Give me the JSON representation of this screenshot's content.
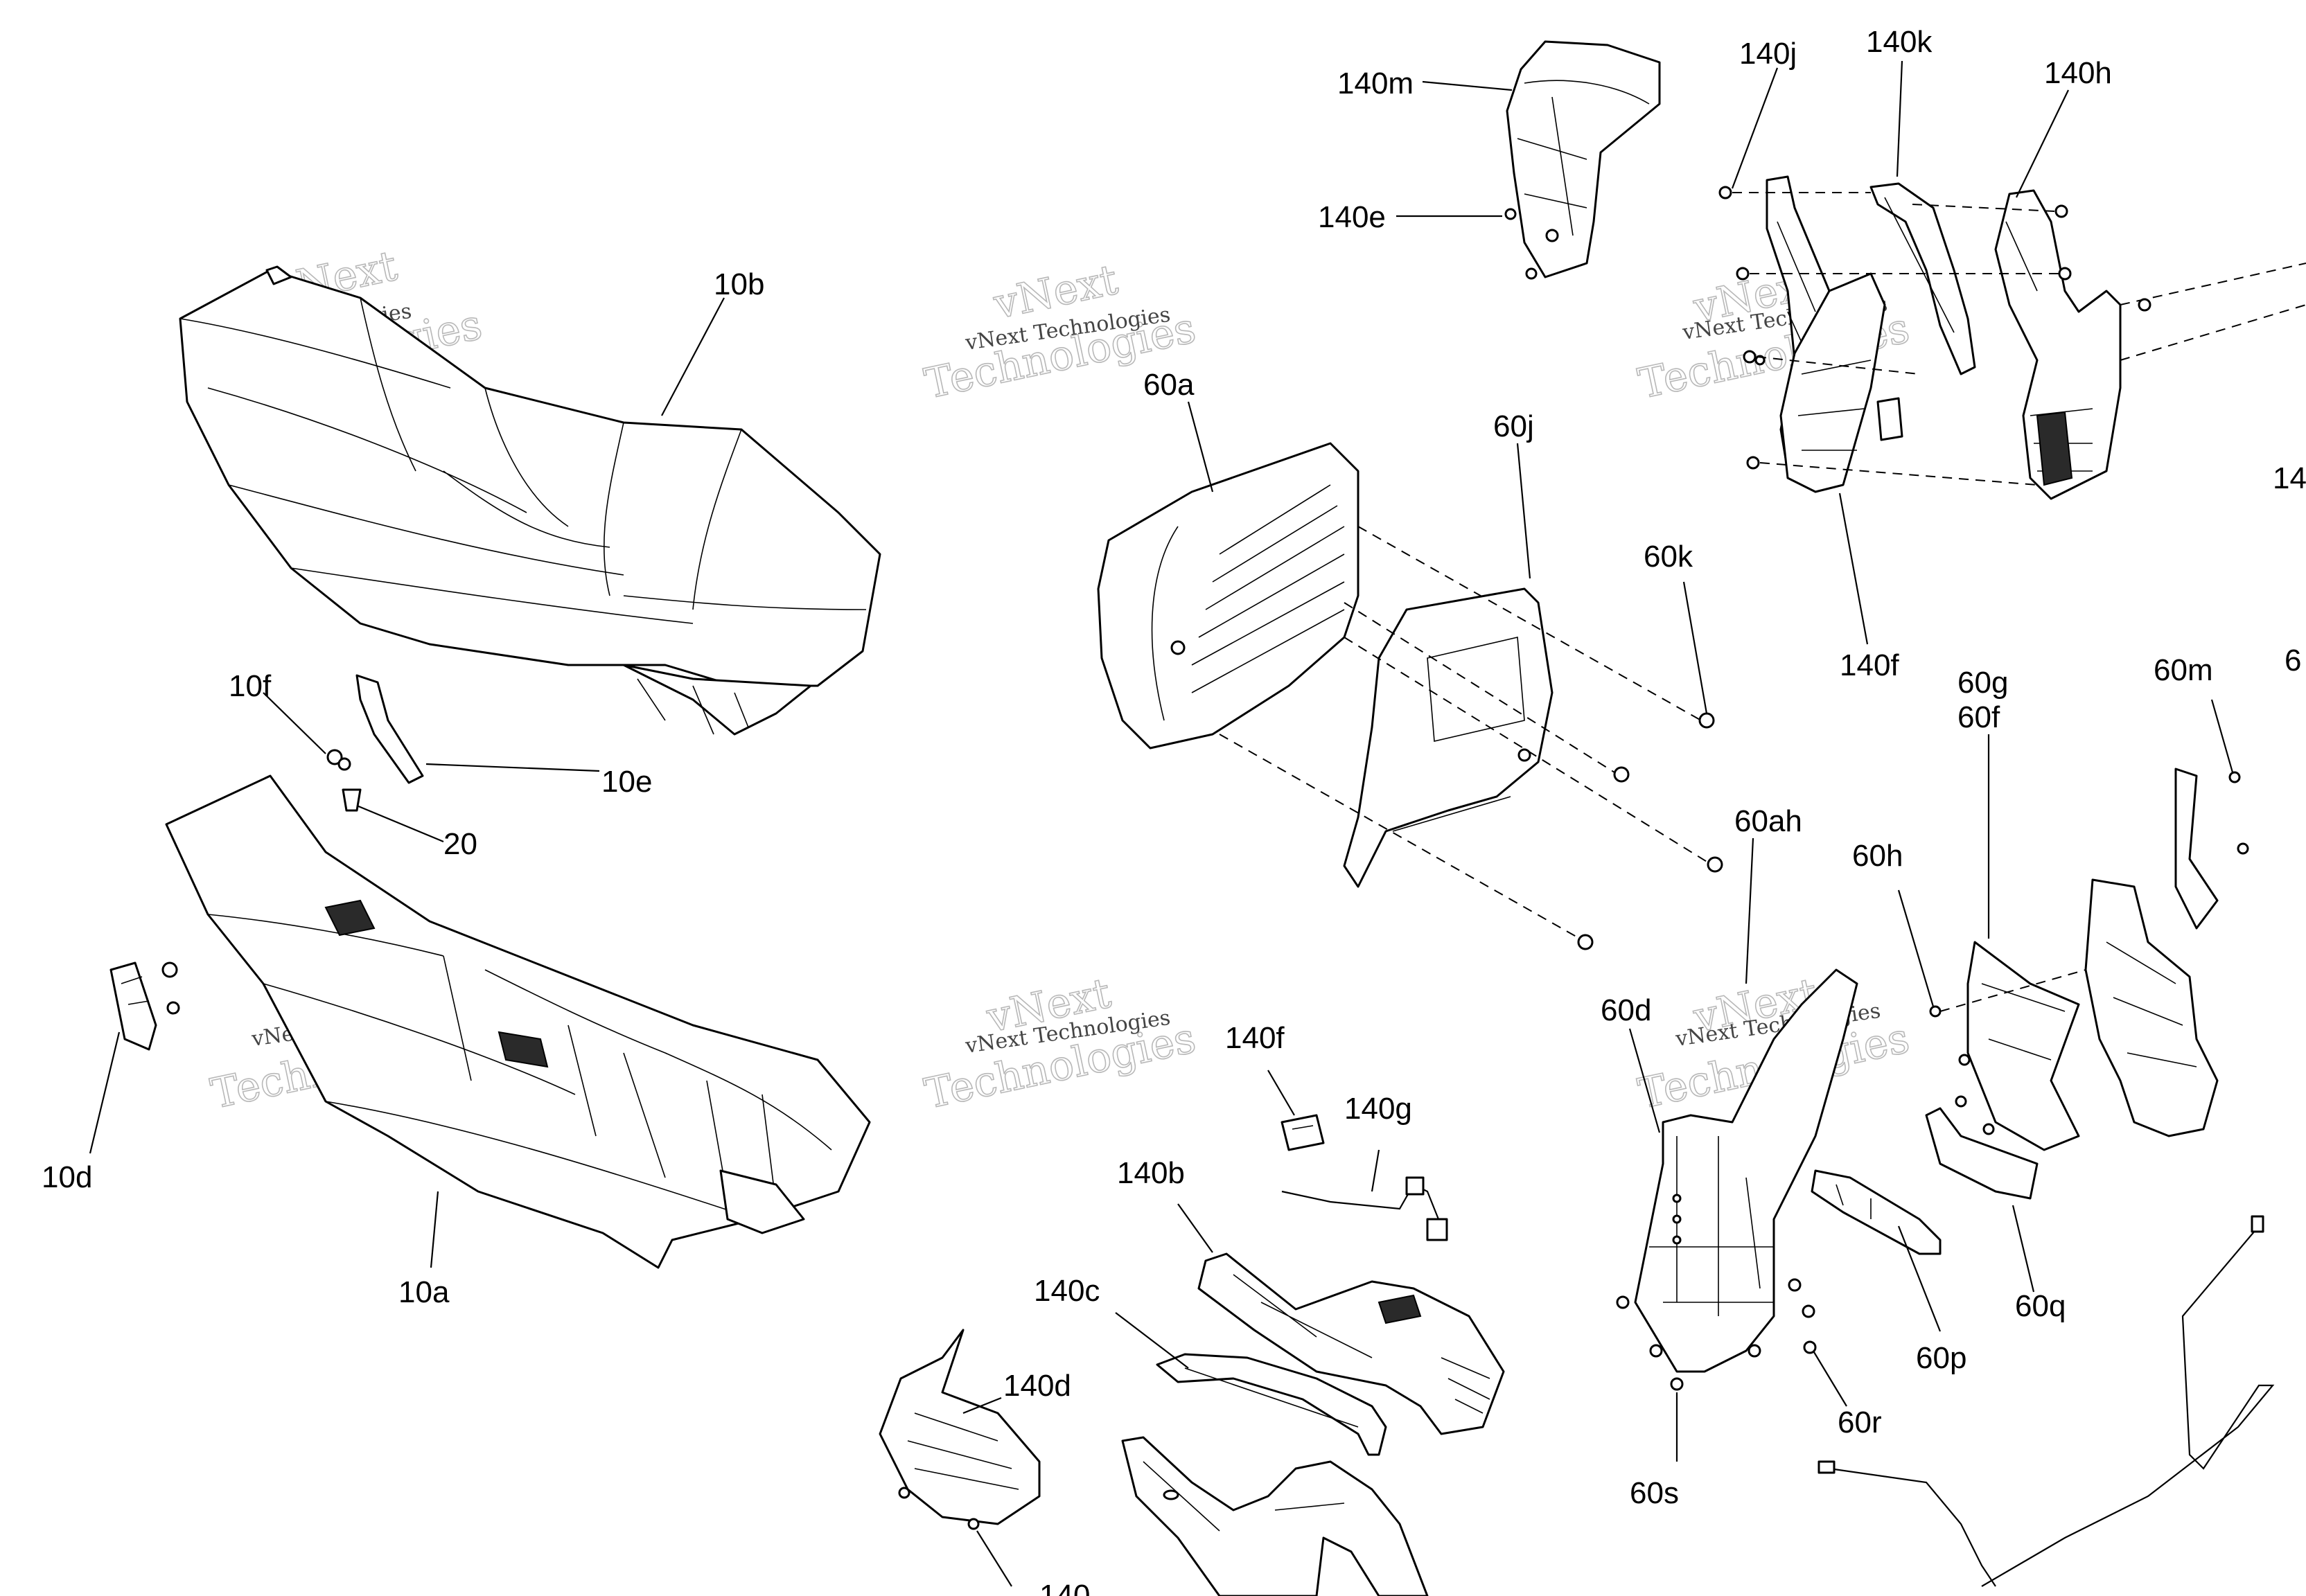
{
  "watermark": {
    "line1": "vNext",
    "line2": "Technologies",
    "caption": "vNext Technologies"
  },
  "callouts": {
    "c_10b": "10b",
    "c_10f": "10f",
    "c_10e": "10e",
    "c_20": "20",
    "c_10d": "10d",
    "c_10a": "10a",
    "c_140m": "140m",
    "c_140e": "140e",
    "c_140j": "140j",
    "c_140k": "140k",
    "c_140h": "140h",
    "c_140f_top": "140f",
    "c_14_cut": "14",
    "c_60a": "60a",
    "c_60j": "60j",
    "c_60k": "60k",
    "c_60g": "60g",
    "c_60f": "60f",
    "c_60m": "60m",
    "c_6_cut": "6",
    "c_60ah": "60ah",
    "c_60h": "60h",
    "c_60d": "60d",
    "c_140f_mid": "140f",
    "c_140g": "140g",
    "c_140b": "140b",
    "c_140c": "140c",
    "c_140d": "140d",
    "c_140_cut": "140",
    "c_60p": "60p",
    "c_60q": "60q",
    "c_60r": "60r",
    "c_60s": "60s"
  }
}
